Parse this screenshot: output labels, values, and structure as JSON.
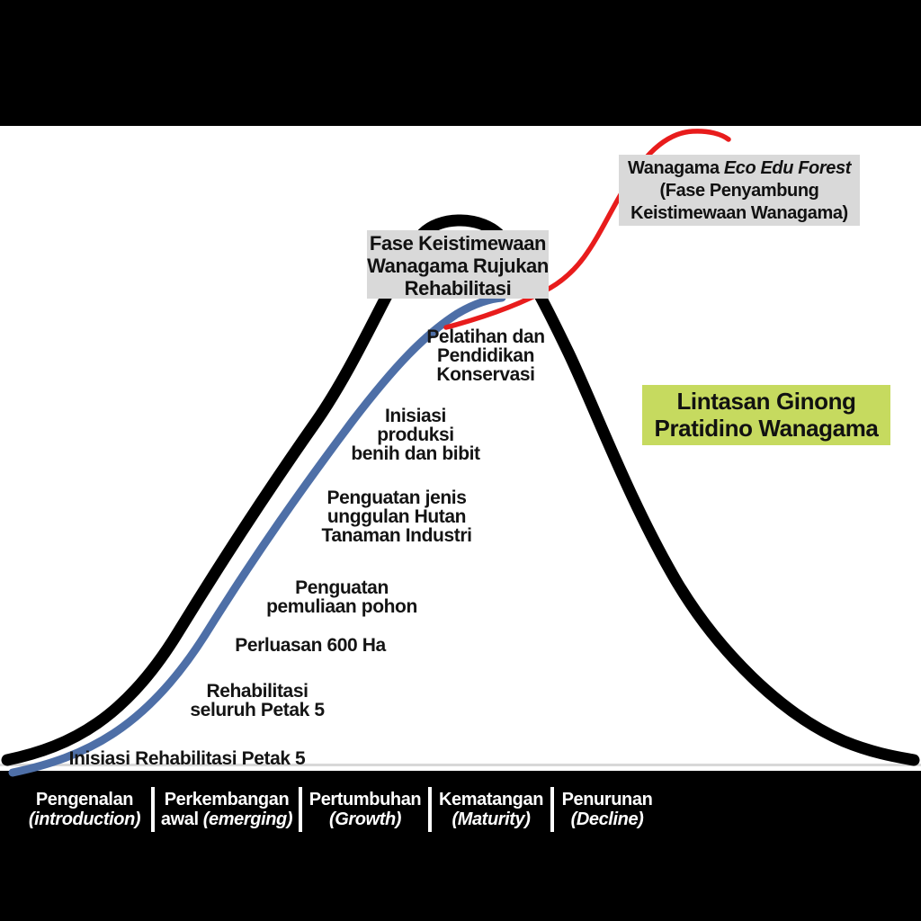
{
  "colors": {
    "background": "#000000",
    "panel_white": "#ffffff",
    "curve_black": "#000000",
    "curve_blue": "#4e6fa7",
    "curve_red": "#e81c1c",
    "callout_gray": "#d9d9d9",
    "callout_green": "#c6da5f",
    "baseline_gray": "#d8d8d8",
    "phase_text": "#ffffff"
  },
  "callouts": {
    "peak_box": {
      "line1": "Fase Keistimewaan",
      "line2": "Wanagama Rujukan",
      "line3": "Rehabilitasi"
    },
    "eco_edu_box": {
      "line1_regular": "Wanagama ",
      "line1_italic": "Eco Edu Forest",
      "line2": "(Fase Penyambung",
      "line3": "Keistimewaan Wanagama)"
    },
    "trajectory_box": {
      "line1": "Lintasan Ginong",
      "line2": "Pratidino Wanagama"
    }
  },
  "milestones": [
    {
      "id": "inisiasi-rehabilitasi-petak-5",
      "lines": [
        "Inisiasi Rehabilitasi Petak 5"
      ]
    },
    {
      "id": "rehabilitasi-seluruh-petak-5",
      "lines": [
        "Rehabilitasi",
        "seluruh Petak 5"
      ]
    },
    {
      "id": "perluasan-600-ha",
      "lines": [
        "Perluasan 600 Ha"
      ]
    },
    {
      "id": "penguatan-pemuliaan-pohon",
      "lines": [
        "Penguatan",
        "pemuliaan pohon"
      ]
    },
    {
      "id": "penguatan-jenis-unggulan",
      "lines": [
        "Penguatan jenis",
        "unggulan Hutan",
        "Tanaman Industri"
      ]
    },
    {
      "id": "inisiasi-produksi-benih",
      "lines": [
        "Inisiasi",
        "produksi",
        "benih dan bibit"
      ]
    },
    {
      "id": "pelatihan-pendidikan-konservasi",
      "lines": [
        "Pelatihan dan",
        "Pendidikan",
        "Konservasi"
      ]
    }
  ],
  "phases": [
    {
      "line1": "Pengenalan",
      "line2_regular": "",
      "line2_italic": "(introduction)"
    },
    {
      "line1": "Perkembangan",
      "line2_regular": "awal ",
      "line2_italic": "(emerging)"
    },
    {
      "line1": "Pertumbuhan",
      "line2_regular": "",
      "line2_italic": "(Growth)"
    },
    {
      "line1": "Kematangan",
      "line2_regular": "",
      "line2_italic": "(Maturity)"
    },
    {
      "line1": "Penurunan",
      "line2_regular": "",
      "line2_italic": "(Decline)"
    }
  ]
}
